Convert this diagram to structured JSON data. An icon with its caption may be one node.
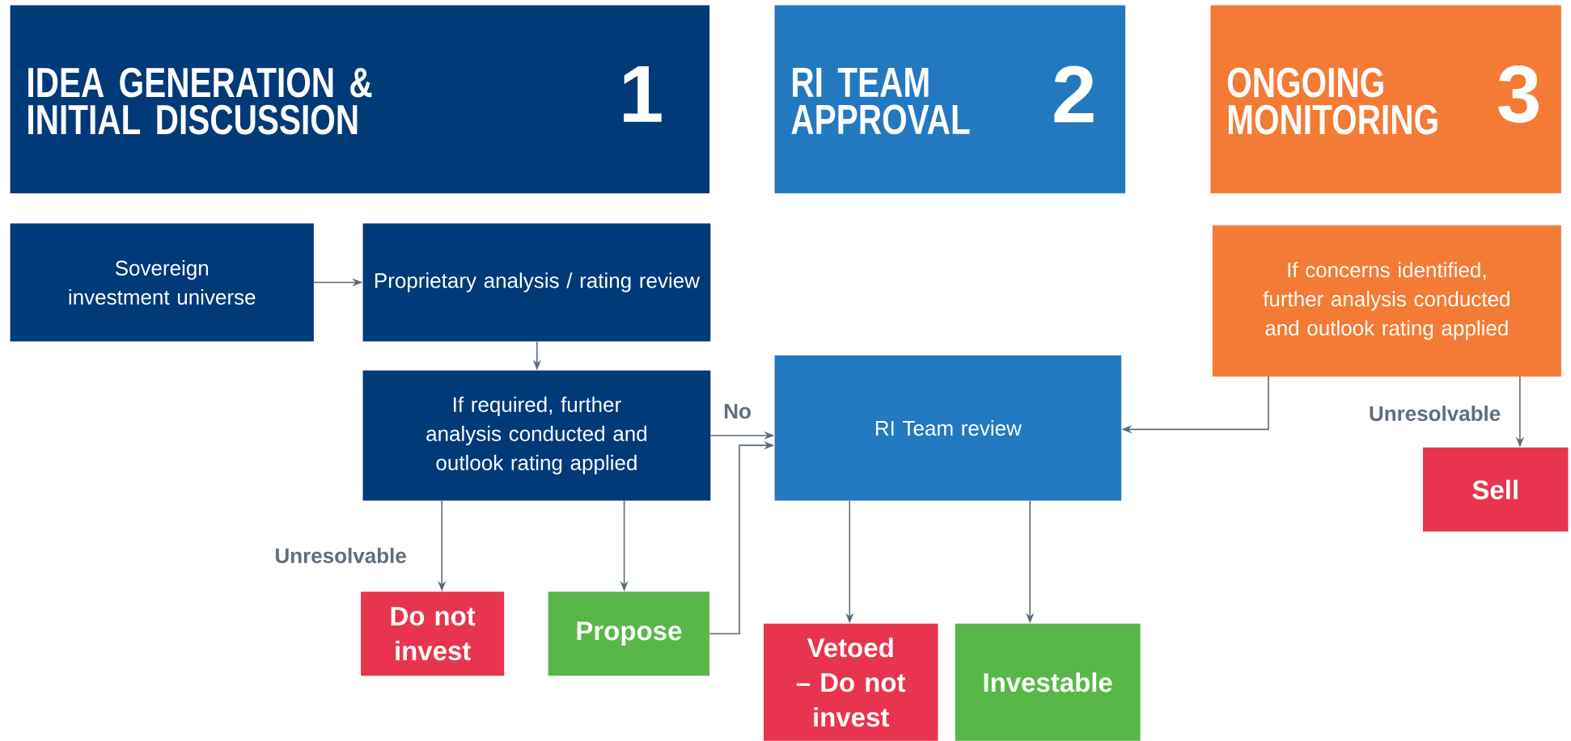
{
  "diagram": {
    "nodes": [
      {
        "text": [
          "IDEA GENERATION & INITIAL DISCUSSION",
          "1"
        ]
      },
      {
        "text": [
          "RI TEAM APPROVAL",
          "2"
        ]
      },
      {
        "text": [
          "ONGOING MONITORING",
          "3"
        ]
      },
      {
        "text": [
          "Sovereign investment universe"
        ]
      },
      {
        "text": [
          "Proprietary analysis / rating review"
        ]
      },
      {
        "text": [
          "If required, further analysis conducted and outlook rating applied"
        ]
      },
      {
        "text": [
          "RI Team review"
        ]
      },
      {
        "text": [
          "If concerns identified, further analysis conducted and outlook rating applied"
        ]
      },
      {
        "text": [
          "Sell"
        ]
      },
      {
        "text": [
          "Do not invest"
        ]
      },
      {
        "text": [
          "Propose"
        ]
      },
      {
        "text": [
          "Vetoed – Do not invest"
        ]
      },
      {
        "text": [
          "Investable"
        ]
      }
    ],
    "edges": [
      {
        "from": 3,
        "to": 4,
        "arrow": "to"
      },
      {
        "from": 4,
        "to": 5,
        "arrow": "to"
      },
      {
        "from": 5,
        "to": 6,
        "arrow": "to",
        "label": "No"
      },
      {
        "from": 10,
        "to": 6,
        "arrow": "to"
      },
      {
        "from": 7,
        "to": 6,
        "arrow": "to"
      },
      {
        "from": 7,
        "to": 8,
        "arrow": "to",
        "label": "Unresolvable"
      },
      {
        "from": 5,
        "to": 9,
        "arrow": "to",
        "label": "Unresolvable"
      },
      {
        "from": 5,
        "to": 10,
        "arrow": "to"
      },
      {
        "from": 6,
        "to": 11,
        "arrow": "to"
      },
      {
        "from": 6,
        "to": 12,
        "arrow": "to"
      }
    ]
  }
}
